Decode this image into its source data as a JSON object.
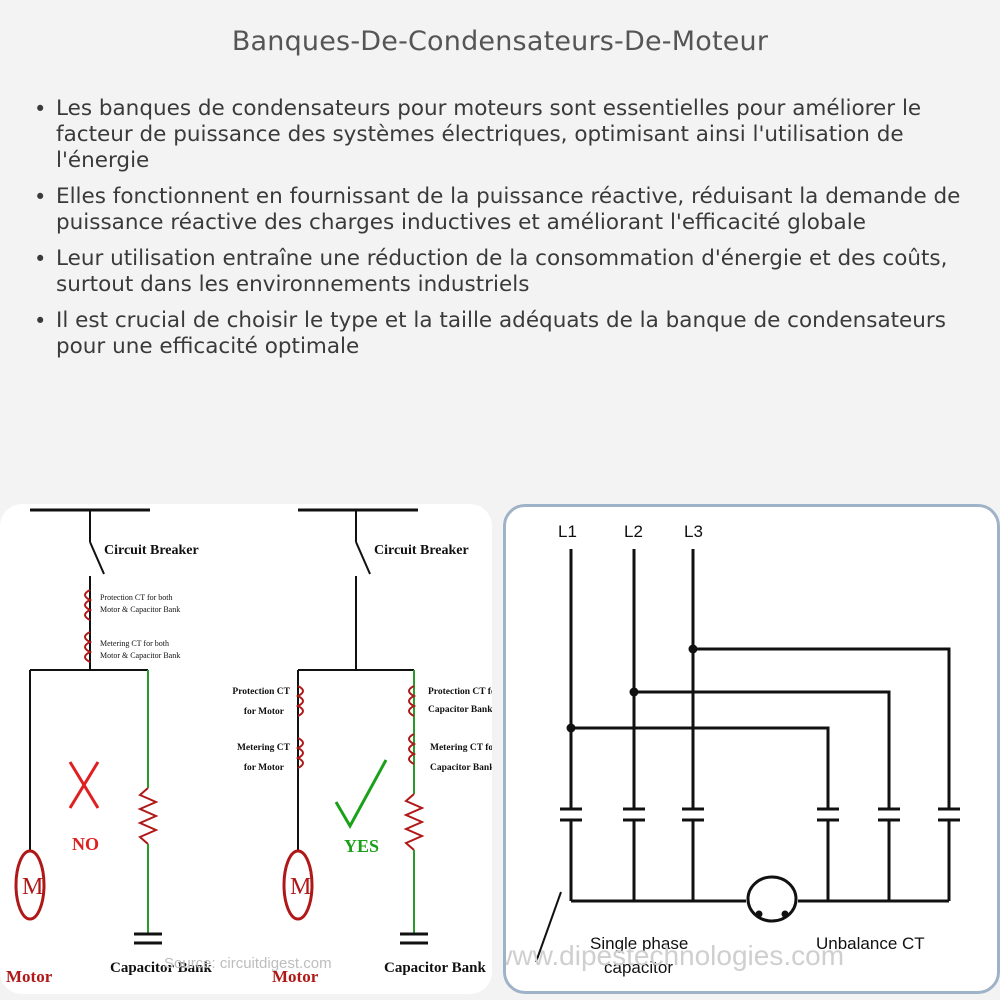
{
  "title": "Banques-De-Condensateurs-De-Moteur",
  "bullets": [
    "Les banques de condensateurs pour moteurs sont essentielles pour améliorer le facteur de puissance des systèmes électriques, optimisant ainsi l'utilisation de l'énergie",
    "Elles fonctionnent en fournissant de la puissance réactive, réduisant la demande de puissance réactive des charges inductives et améliorant l'efficacité globale",
    "Leur utilisation entraîne une réduction de la consommation d'énergie et des coûts, surtout dans les environnements industriels",
    "Il est crucial de choisir le type et la taille adéquats de la banque de condensateurs pour une efficacité optimale"
  ],
  "left_diagram": {
    "circuit_breaker": "Circuit Breaker",
    "protection_ct_both_1": "Protection CT for both",
    "protection_ct_both_2": "Motor & Capacitor Bank",
    "metering_ct_both_1": "Metering CT for both",
    "metering_ct_both_2": "Motor & Capacitor Bank",
    "protection_ct_motor_1": "Protection CT",
    "protection_ct_motor_2": "for Motor",
    "metering_ct_motor_1": "Metering CT",
    "metering_ct_motor_2": "for Motor",
    "protection_ct_cap_1": "Protection CT for",
    "protection_ct_cap_2": "Capacitor Bank",
    "metering_ct_cap_1": "Metering CT for",
    "metering_ct_cap_2": "Capacitor Bank",
    "no_label": "NO",
    "yes_label": "YES",
    "motor_symbol": "M",
    "motor_label": "Motor",
    "capacitor_bank_label": "Capacitor Bank",
    "source": "Source: circuitdigest.com",
    "colors": {
      "no": "#e02020",
      "yes": "#1aa11a",
      "motor": "#b01818",
      "cap_wire": "#2a9a2a"
    }
  },
  "right_diagram": {
    "l1": "L1",
    "l2": "L2",
    "l3": "L3",
    "single_phase": "Single phase",
    "capacitor": "capacitor",
    "unbalance_ct": "Unbalance CT",
    "source": "Source: www.dipestechnologies.com"
  }
}
